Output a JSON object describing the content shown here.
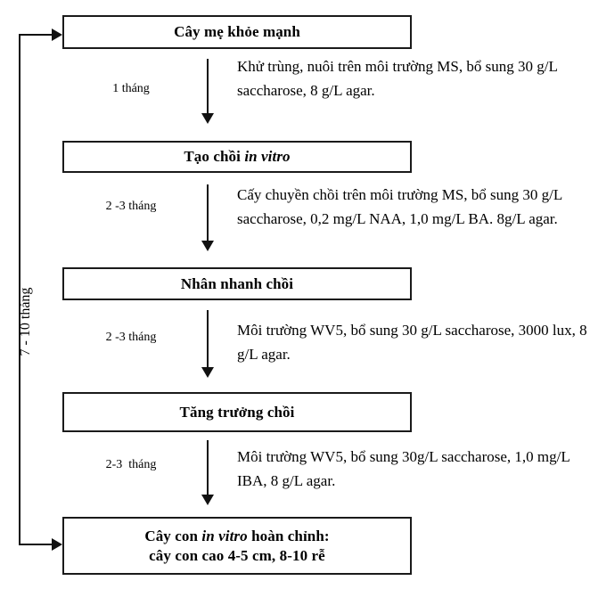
{
  "diagram": {
    "title": "Quy trinh nhan giong in vitro",
    "total_duration_label": "7 - 10 tháng",
    "stages": [
      {
        "id": "healthy-mother-plant",
        "label_html": "Cây mẹ khỏe mạnh",
        "label_text": "Cây mẹ khỏe mạnh"
      },
      {
        "id": "shoot-initiation",
        "label_html": "Tạo chồi <i>in vitro</i>",
        "label_text": "Tạo chồi in vitro"
      },
      {
        "id": "shoot-multiplication",
        "label_html": "Nhân nhanh chồi",
        "label_text": "Nhân nhanh chồi"
      },
      {
        "id": "shoot-elongation",
        "label_html": "Tăng trưởng chồi",
        "label_text": "Tăng trưởng chồi"
      },
      {
        "id": "complete-plantlet",
        "label_html": "Cây con <i>in vitro</i> hoàn chỉnh:<br>cây con cao 4-5 cm, 8-10 rễ",
        "label_text": "Cây con in vitro hoàn chỉnh: cây con cao 4-5 cm, 8-10 rễ"
      }
    ],
    "transitions": [
      {
        "id": "transition-1",
        "duration": "1 tháng",
        "description": "Khử trùng, nuôi trên môi trường MS, bổ sung 30 g/L saccharose, 8 g/L agar."
      },
      {
        "id": "transition-2",
        "duration": "2 -3 tháng",
        "description": "Cấy chuyền chồi trên môi trường MS, bổ sung 30 g/L saccharose, 0,2 mg/L NAA, 1,0 mg/L BA. 8g/L agar."
      },
      {
        "id": "transition-3",
        "duration": "2 -3 tháng",
        "description": "Môi trường  WV5, bổ sung 30 g/L saccharose, 3000 lux, 8 g/L agar."
      },
      {
        "id": "transition-4",
        "duration": "2-3  tháng",
        "description": "Môi trường  WV5, bổ sung 30g/L saccharose, 1,0 mg/L IBA, 8 g/L agar."
      }
    ],
    "colors": {
      "line": "#111111",
      "box_border": "#1a1a1a",
      "text": "#000000",
      "background": "#ffffff"
    }
  }
}
